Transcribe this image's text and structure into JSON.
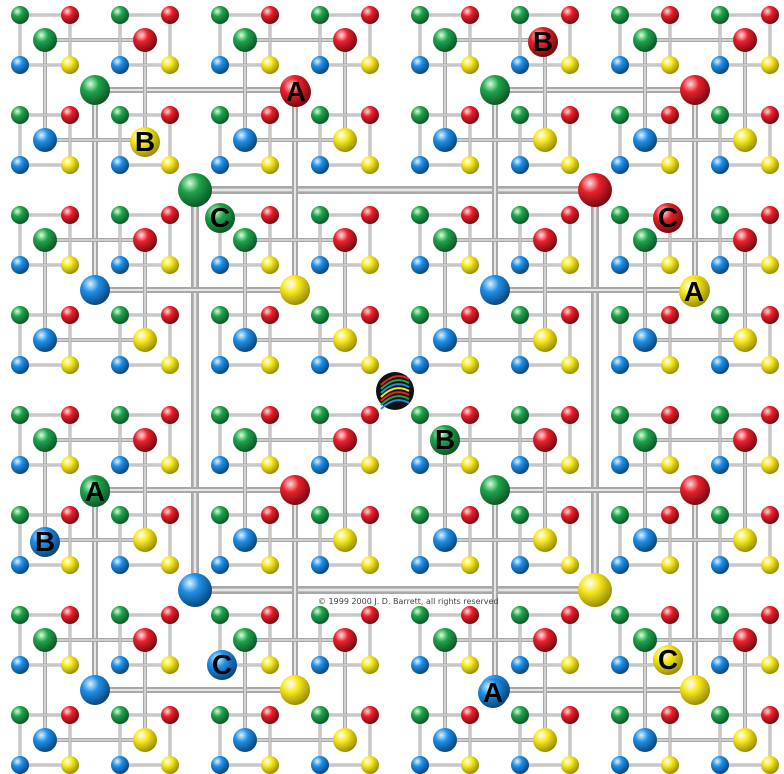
{
  "copyright": "© 1999 2000 J. D. Barrett, all rights reserved",
  "colors": {
    "green": "#1fa34d",
    "red": "#e8202a",
    "blue": "#1e8fe6",
    "yellow": "#f5e81c",
    "rod": "#a8a8a8",
    "background": "#ffffff"
  },
  "structure": {
    "levels": 4,
    "corner_order": [
      "green",
      "red",
      "blue",
      "yellow"
    ]
  },
  "markers": [
    {
      "letter": "A",
      "color": "red"
    },
    {
      "letter": "B",
      "color": "red"
    },
    {
      "letter": "B",
      "color": "yellow"
    },
    {
      "letter": "C",
      "color": "green"
    },
    {
      "letter": "C",
      "color": "red"
    },
    {
      "letter": "A",
      "color": "yellow"
    },
    {
      "letter": "B",
      "color": "green"
    },
    {
      "letter": "A",
      "color": "green"
    },
    {
      "letter": "B",
      "color": "blue"
    },
    {
      "letter": "C",
      "color": "blue"
    },
    {
      "letter": "C",
      "color": "yellow"
    },
    {
      "letter": "A",
      "color": "blue"
    }
  ],
  "center_ball": {
    "colors": [
      "red",
      "green",
      "blue",
      "yellow"
    ]
  }
}
